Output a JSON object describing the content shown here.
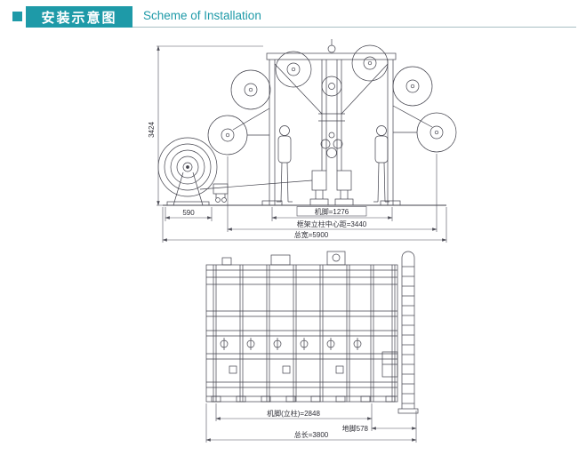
{
  "header": {
    "title_cn": "安装示意图",
    "title_en": "Scheme of Installation"
  },
  "colors": {
    "accent": "#1e9aa8",
    "drawing_line": "#41414b",
    "dimension_text": "#2e2e36"
  },
  "front_view": {
    "dims": {
      "height": "3424",
      "coil_stand_width": "590",
      "machine_foot": "机脚=1276",
      "frame_column_center_distance": "框架立柱中心距=3440",
      "total_width": "总宽=5900"
    }
  },
  "side_view": {
    "dims": {
      "machine_foot_column": "机脚(立柱)=2848",
      "anchor_foot": "地脚578",
      "total_length": "总长=3800"
    }
  }
}
